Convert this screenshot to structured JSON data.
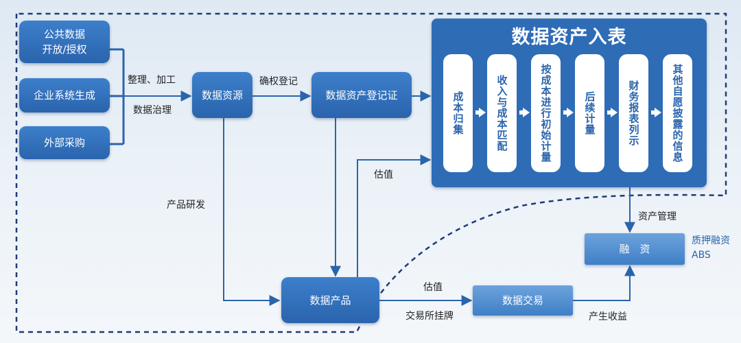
{
  "sources": [
    {
      "label": "公共数据\n开放/授权"
    },
    {
      "label": "企业系统生成"
    },
    {
      "label": "外部采购"
    }
  ],
  "edges": {
    "sources_to_resource_top": "整理、加工",
    "sources_to_resource_bottom": "数据治理",
    "resource_to_cert": "确权登记",
    "resource_to_product": "产品研发",
    "product_to_panel": "估值",
    "product_to_trade_top": "估值",
    "product_to_trade_bottom": "交易所挂牌",
    "panel_to_finance": "资产管理",
    "trade_to_finance": "产生收益"
  },
  "nodes": {
    "data_resource": "数据资源",
    "asset_cert": "数据资产登记证",
    "data_product": "数据产品",
    "data_trade": "数据交易",
    "finance": "融　资"
  },
  "panel": {
    "title": "数据资产入表",
    "steps": [
      "成本归集",
      "收入与成本匹配",
      "按成本进行初始计量",
      "后续计量",
      "财务报表列示",
      "其他自愿披露的信息"
    ]
  },
  "finance_note": {
    "line1": "质押融资",
    "line2": "ABS"
  },
  "colors": {
    "box": "#2e6cb6",
    "line": "#2a64ad",
    "dash": "#1f3a78"
  }
}
